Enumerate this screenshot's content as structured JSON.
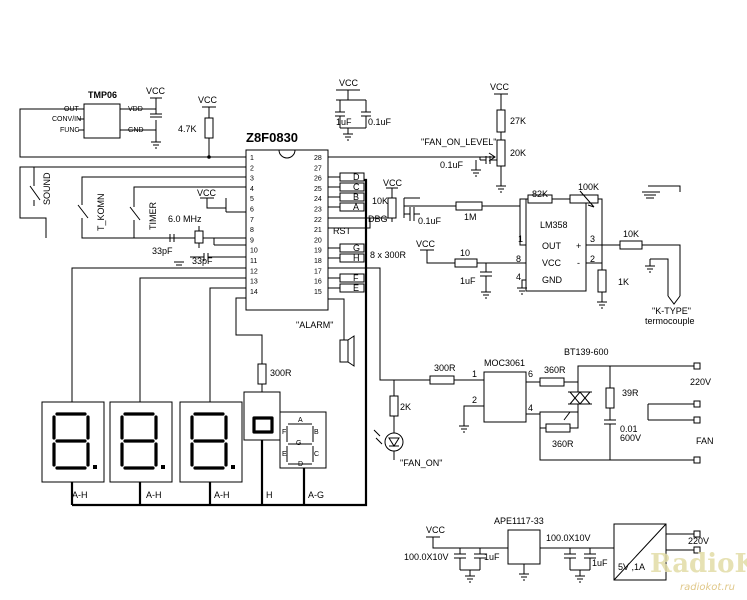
{
  "mcu": {
    "name": "Z8F0830",
    "left_pins": [
      "1",
      "2",
      "3",
      "4",
      "5",
      "6",
      "7",
      "8",
      "9",
      "10",
      "11",
      "12",
      "13",
      "14"
    ],
    "right_pins": [
      "28",
      "27",
      "26",
      "25",
      "24",
      "23",
      "22",
      "21",
      "20",
      "19",
      "18",
      "17",
      "16",
      "15"
    ]
  },
  "tmp06": {
    "name": "TMP06",
    "pins_left": [
      "OUT",
      "CONV/IN",
      "FUNC"
    ],
    "pins_right": [
      "VDD",
      "GND"
    ]
  },
  "labels": {
    "vcc": "VCC",
    "r_4k7": "4.7K",
    "crystal": "6.0 MHz",
    "cap_33pf_a": "33pF",
    "cap_33pf_b": "33pF",
    "sound": "SOUND",
    "t_komn": "T_KOMN",
    "timer": "TIMER",
    "cap_1uf": "1uF",
    "cap_01uf": "0.1uF",
    "fan_on_level": "\"FAN_ON_LEVEL\"",
    "r_27k": "27K",
    "r_20k": "20K",
    "cap_01uf_b": "0.1uF",
    "seg_d": "D",
    "seg_c": "C",
    "seg_b": "B",
    "seg_a": "A",
    "seg_g": "G",
    "seg_h": "H",
    "seg_f": "F",
    "seg_e": "E",
    "r_10k": "10K",
    "dbg": "DBG",
    "rst": "RST",
    "cap_01uf_c": "0.1uF",
    "r_1m": "1M",
    "r_82k": "82K",
    "r_100k": "100K",
    "lm358": "LM358",
    "out": "OUT",
    "vcc_pin": "VCC",
    "gnd_pin": "GND",
    "plus": "+",
    "minus": "-",
    "pin1": "1",
    "pin3": "3",
    "pin8": "8",
    "pin4": "4",
    "pin2": "2",
    "r_10k_b": "10K",
    "r_1k": "1K",
    "r_10": "10",
    "cap_1uf_b": "1uF",
    "k_type": "\"K-TYPE\"",
    "thermocouple": "termocouple",
    "resnet": "8 x 300R",
    "alarm": "\"ALARM\"",
    "r_300r": "300R",
    "r_2k": "2K",
    "fan_on": "\"FAN_ON\"",
    "bus_ah_1": "A-H",
    "bus_ah_2": "A-H",
    "bus_ah_3": "A-H",
    "bus_h": "H",
    "bus_ag": "A-G",
    "r_300r_b": "300R",
    "moc": "MOC3061",
    "moc_p1": "1",
    "moc_p2": "2",
    "moc_p6": "6",
    "moc_p4": "4",
    "r_360r_a": "360R",
    "r_360r_b": "360R",
    "triac": "BT139-600",
    "r_39r": "39R",
    "cap_snub": "0.01",
    "cap_snub_v": "600V",
    "v220": "220V",
    "fan": "FAN",
    "ape": "APE1117-33",
    "cap_100u_a": "100.0X10V",
    "cap_1uf_c": "1uF",
    "cap_100u_b": "100.0X10V",
    "cap_1uf_d": "1uF",
    "v220_b": "220V",
    "psu": "5V ,1A",
    "wm_logo": "RadioKOT",
    "wm_url": "radiokot.ru"
  }
}
